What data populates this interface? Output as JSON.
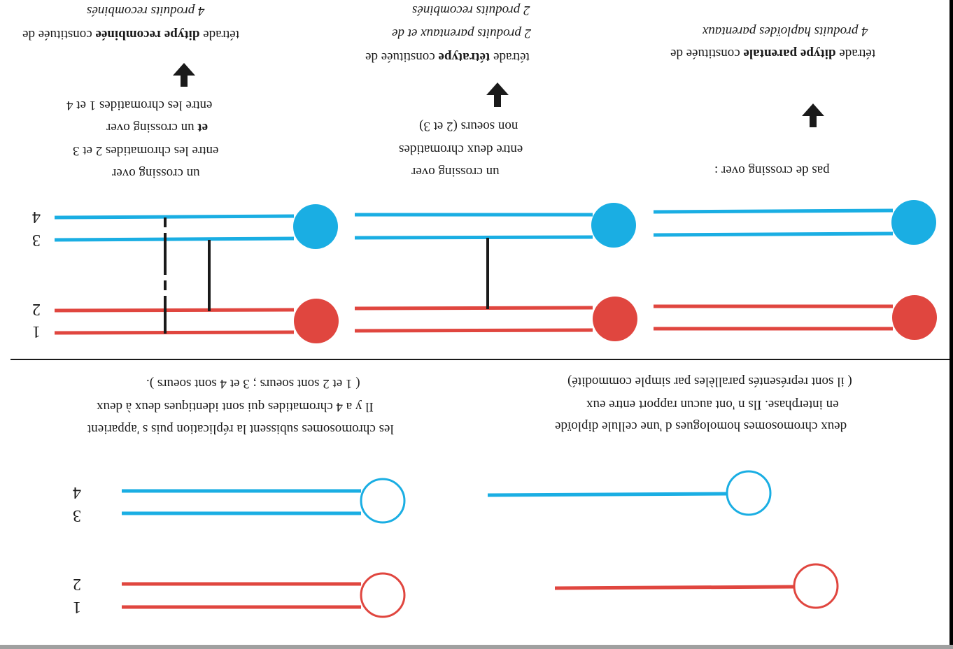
{
  "colors": {
    "red": "#e0463f",
    "blue": "#1aaee3",
    "dark": "#1a1a1a"
  },
  "top": {
    "one_chromosome": {
      "line1": "deux chromosomes homologues d 'une cellule diploïde",
      "line2": "en interphase.  Ils n 'ont aucun rapport entre eux",
      "line3": "( il sont représentés parallèles par simple commodité)"
    },
    "replicated": {
      "line1": "les chromosomes subissent la réplication puis s 'apparient",
      "line2": "Il y a 4 chromatides qui sont identiques deux à deux",
      "line3": "( 1 et 2 sont soeurs ; 3 et 4 sont soeurs )."
    },
    "labels": {
      "c1": "1",
      "c2": "2",
      "c3": "3",
      "c4": "4"
    }
  },
  "panels": {
    "no_crossing": {
      "caption": "pas de crossing over :",
      "result_pre": "tétrade ",
      "result_bold": "ditype parentale",
      "result_post": " constituée de",
      "products": "4 produits haploïdes parentaux"
    },
    "one_crossing": {
      "caption1": "un crossing over",
      "caption2": "entre deux chromatides",
      "caption3": "non soeurs (2 et 3)",
      "result_pre": "tétrade ",
      "result_bold": "tétratype",
      "result_post": " constituée de",
      "products1": "2 produits parentaux et de",
      "products2": "2 produits recombinés"
    },
    "two_crossings": {
      "caption1": "un crossing over",
      "caption2": "entre les chromatides 2 et 3",
      "caption3_bold": "et",
      "caption3_rest": " un crossing over",
      "caption4": "entre les chromatides 1 et 4",
      "result_pre": "tétrade ",
      "result_bold": "ditype recombinée",
      "result_post": " constituée de",
      "products": "4 produits recombinés"
    }
  }
}
